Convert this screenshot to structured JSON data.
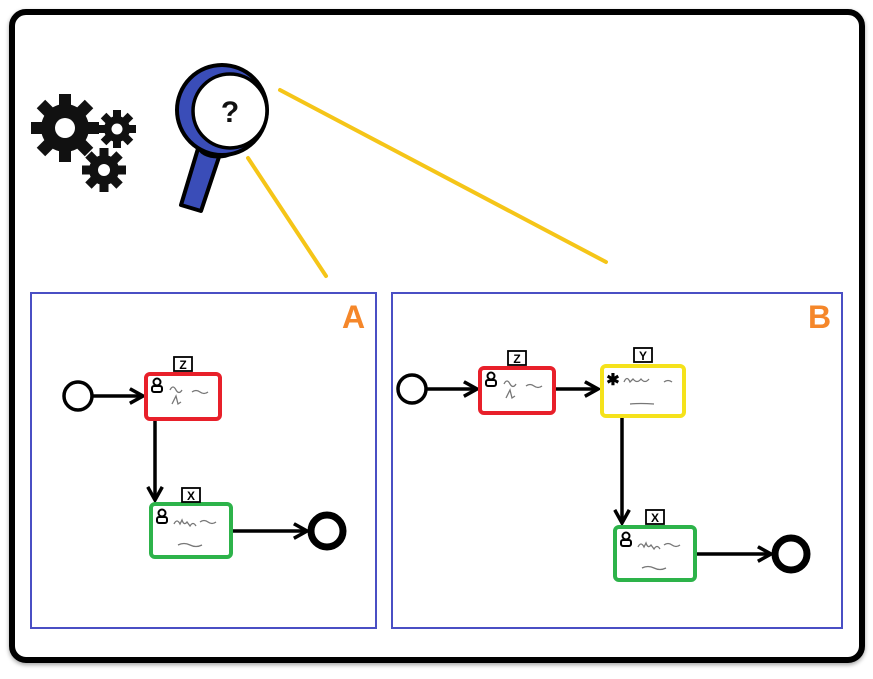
{
  "magnifier": {
    "symbol": "?"
  },
  "panels": [
    {
      "label": "A",
      "tasks": [
        {
          "tag": "Z",
          "color": "#e8202a"
        },
        {
          "tag": "X",
          "color": "#2db34a"
        }
      ]
    },
    {
      "label": "B",
      "tasks": [
        {
          "tag": "Z",
          "color": "#e8202a"
        },
        {
          "tag": "Y",
          "color": "#f5e21b"
        },
        {
          "tag": "X",
          "color": "#2db34a"
        }
      ]
    }
  ],
  "colors": {
    "frame": "#000000",
    "panel_border": "#4a4fc4",
    "panel_label": "#f5872a",
    "callout_line": "#f5c518",
    "magnifier_handle": "#3a4db8",
    "magnifier_lens": "#ffffff",
    "gear": "#111111",
    "scribble": "#777777"
  }
}
